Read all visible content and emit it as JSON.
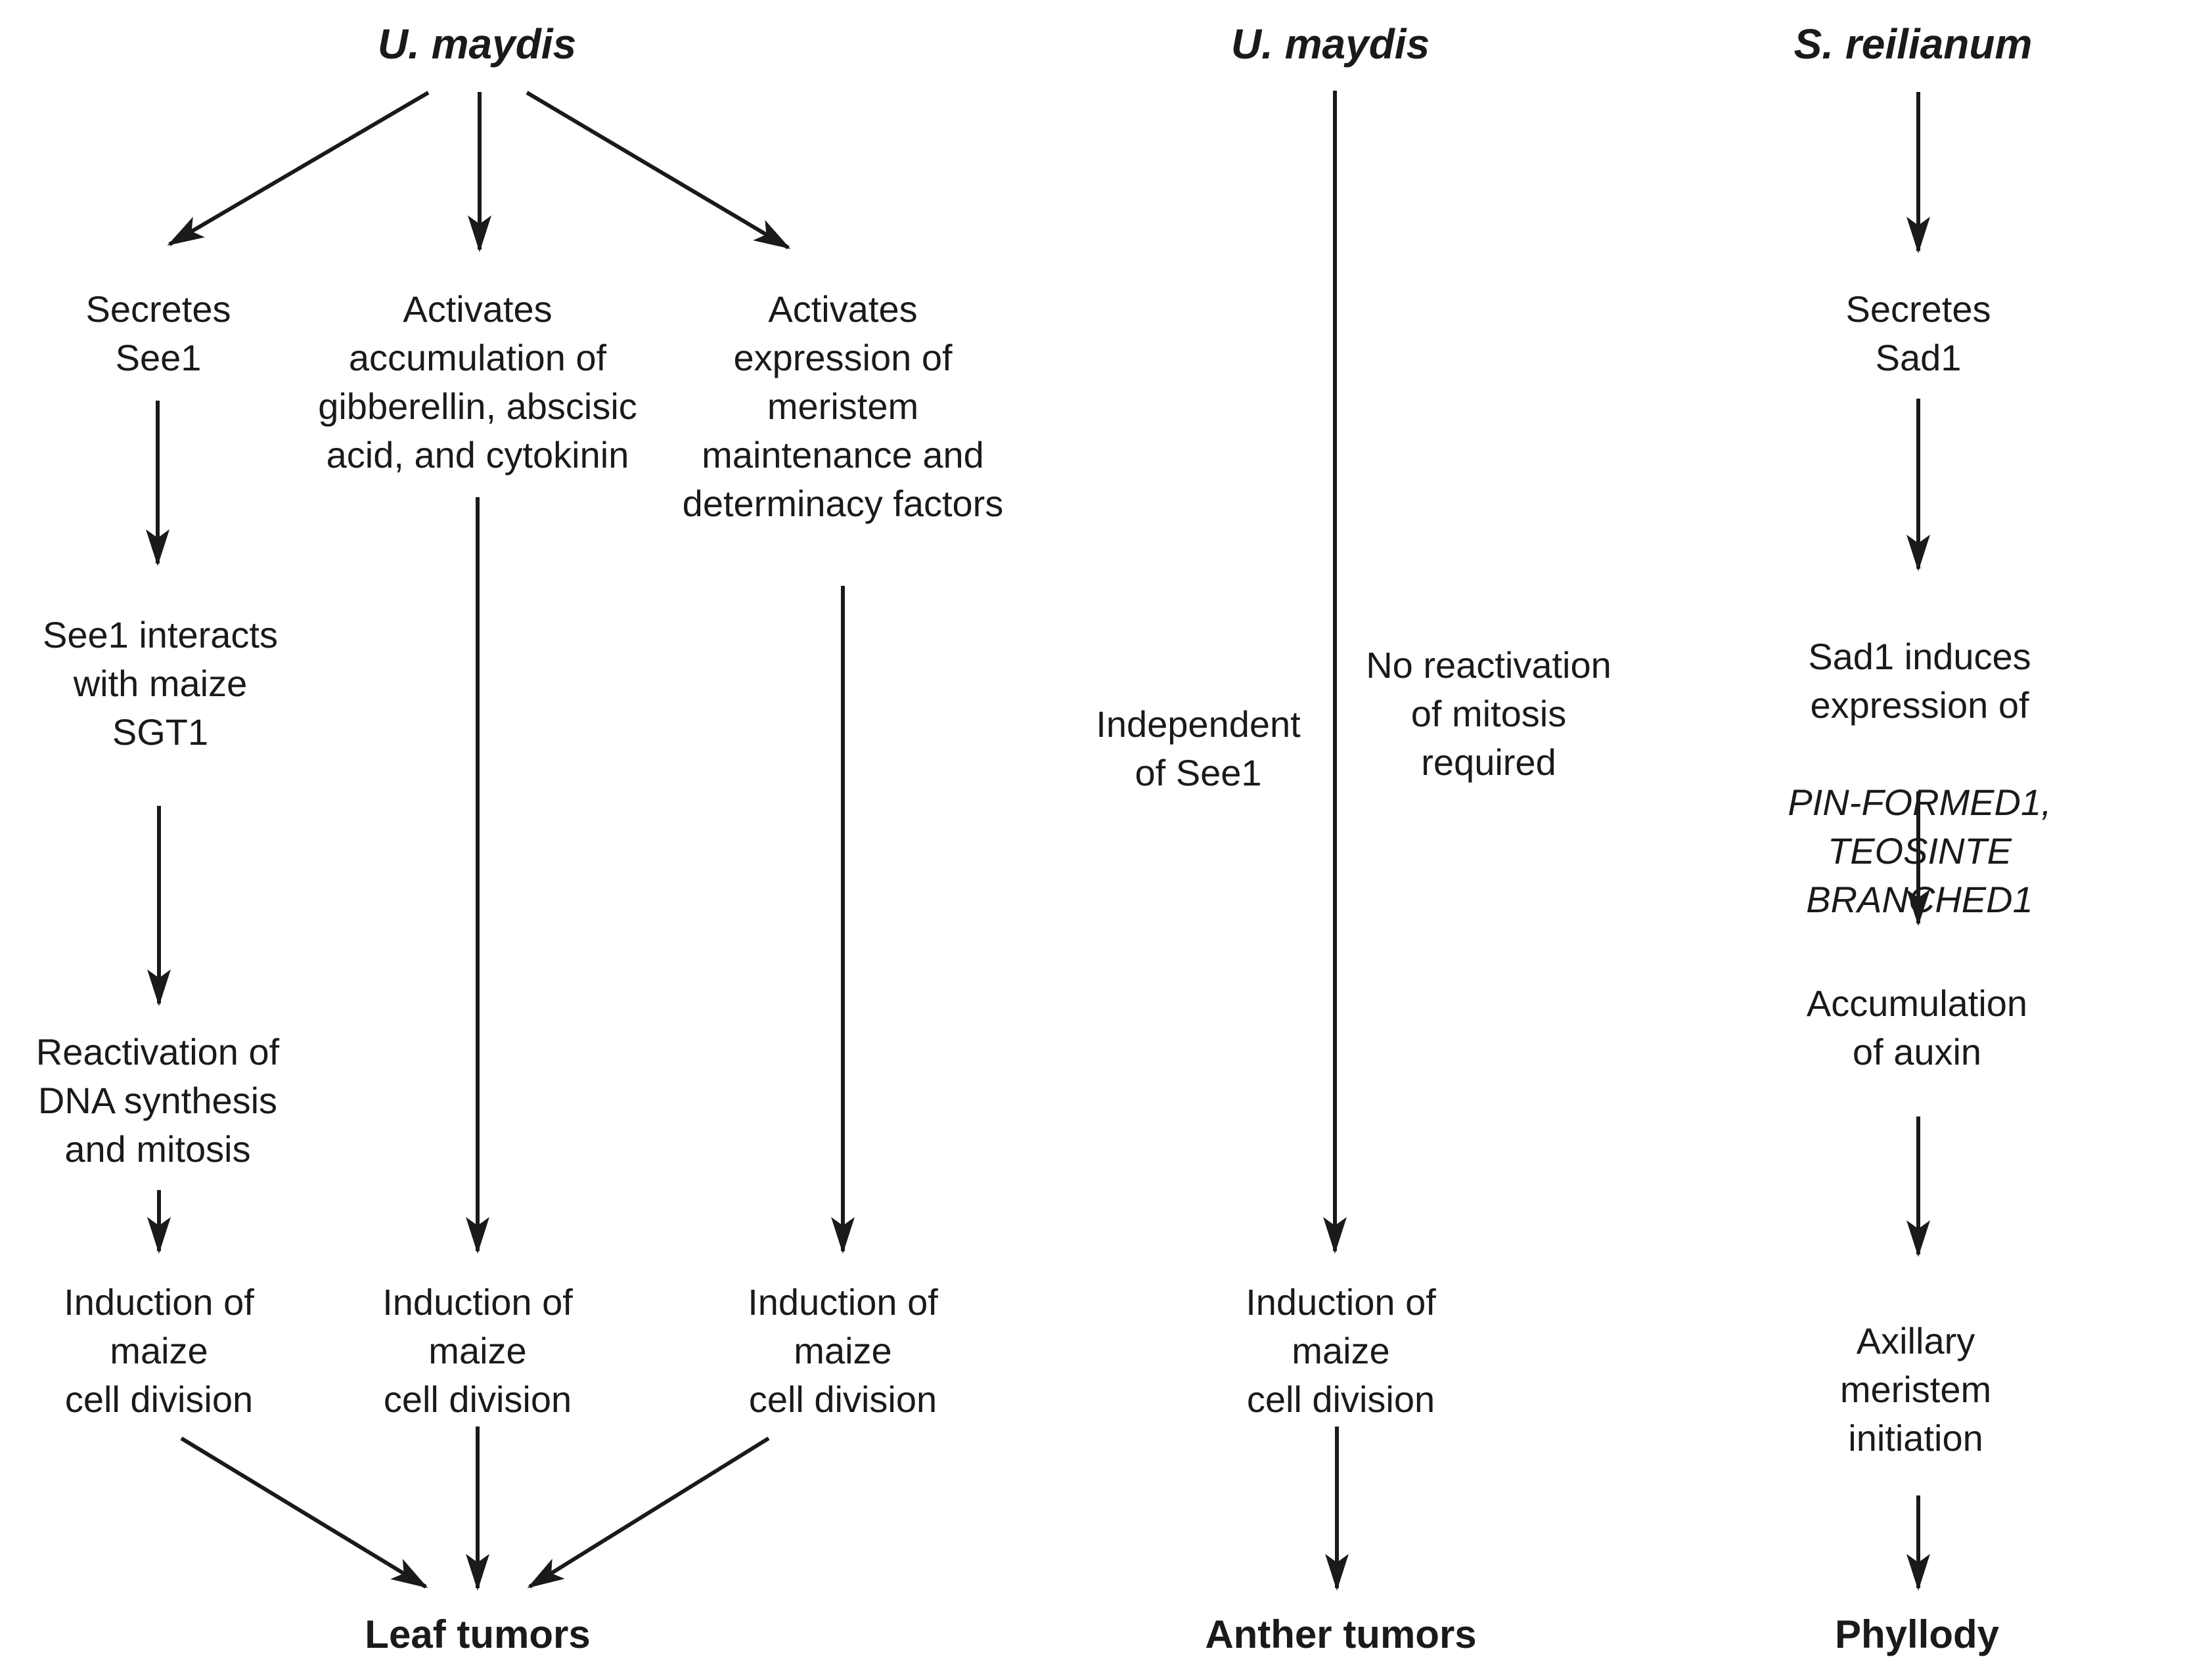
{
  "diagram": {
    "colors": {
      "ink": "#1a1a1a",
      "background": "#ffffff"
    },
    "headers": {
      "um_left": "U. maydis",
      "um_mid": "U. maydis",
      "s_reilianum": "S. reilianum"
    },
    "nodes": {
      "secretes_see1": "Secretes\nSee1",
      "activates_hormones": "Activates\naccumulation of\ngibberellin, abscisic\nacid, and cytokinin",
      "activates_meristem": "Activates\nexpression of\nmeristem\nmaintenance and\ndeterminacy factors",
      "see1_interacts": "See1 interacts\nwith maize\nSGT1",
      "reactivation": "Reactivation of\nDNA synthesis\nand mitosis",
      "independent": "Independent\nof See1",
      "no_reactivation": "No reactivation\nof mitosis\nrequired",
      "induction_1": "Induction of\nmaize\ncell division",
      "induction_2": "Induction of\nmaize\ncell division",
      "induction_3": "Induction of\nmaize\ncell division",
      "induction_4": "Induction of\nmaize\ncell division",
      "secretes_sad1": "Secretes\nSad1",
      "sad1_induces_roman": "Sad1 induces\nexpression of",
      "sad1_induces_genes": "PIN-FORMED1,\nTEOSINTE BRANCHED1",
      "accumulation_auxin": "Accumulation\nof auxin",
      "axillary_meristem": "Axillary meristem\ninitiation"
    },
    "outcomes": {
      "leaf_tumors": "Leaf tumors",
      "anther_tumors": "Anther tumors",
      "phyllody": "Phyllody"
    }
  }
}
